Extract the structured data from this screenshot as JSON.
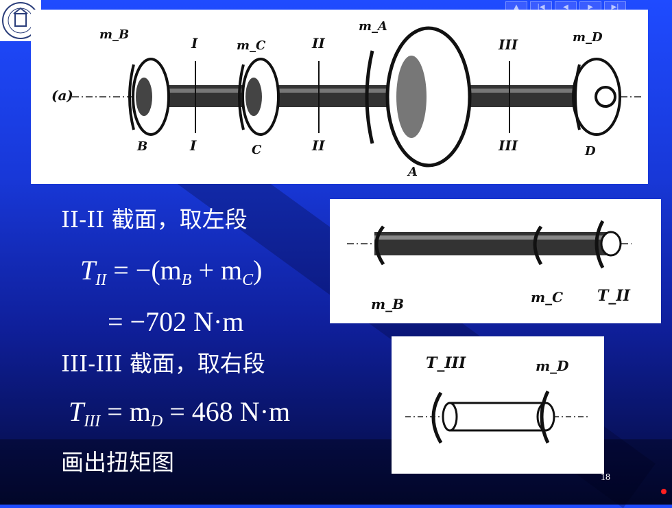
{
  "nav": {
    "buttons": [
      {
        "name": "first-slide-button",
        "icon": "first-icon",
        "glyph": "▲"
      },
      {
        "name": "prev-button",
        "icon": "back-icon",
        "glyph": "|◀"
      },
      {
        "name": "prev2-button",
        "icon": "prev-icon",
        "glyph": "◀"
      },
      {
        "name": "next-button",
        "icon": "next-icon",
        "glyph": "▶"
      },
      {
        "name": "last-button",
        "icon": "last-icon",
        "glyph": "▶|"
      }
    ]
  },
  "figure_a": {
    "prefix": "(a)",
    "top_labels": [
      "m_B",
      "I",
      "m_C",
      "II",
      "m_A",
      "III",
      "m_D"
    ],
    "bottom_labels": [
      "B",
      "I",
      "C",
      "II",
      "A",
      "III",
      "D"
    ]
  },
  "figure_left": {
    "labels": [
      "m_B",
      "m_C",
      "T_II"
    ]
  },
  "figure_right": {
    "labels": [
      "T_III",
      "m_D"
    ]
  },
  "section1": {
    "heading": "II-II 截面，取左段",
    "line1": {
      "lhs": "T",
      "lhs_sub": "II",
      "rhs": "= −(m",
      "sub_b": "B",
      "plus": " + m",
      "sub_c": "C",
      "close": ")"
    },
    "line2": "= −702 N·m"
  },
  "section2": {
    "heading": "III-III 截面，取右段",
    "line": {
      "lhs": "T",
      "lhs_sub": "III",
      "eq": " = m",
      "sub_d": "D",
      "rhs": " = 468 N·m"
    }
  },
  "footer": {
    "text": "画出扭矩图"
  },
  "page_number": "18",
  "colors": {
    "background_top": "#1f4bff",
    "background_bottom": "#040a3a",
    "accent_dot": "#ff2020"
  }
}
